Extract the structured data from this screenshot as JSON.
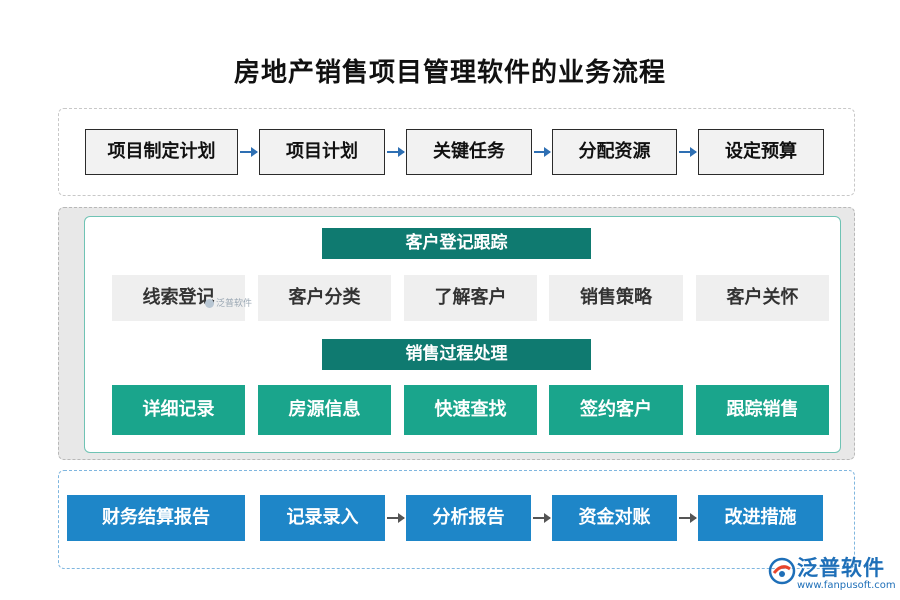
{
  "title": "房地产销售项目管理软件的业务流程",
  "planning_steps": [
    "项目制定计划",
    "项目计划",
    "关键任务",
    "分配资源",
    "设定预算"
  ],
  "customer_section": {
    "header": "客户登记跟踪",
    "items": [
      "线索登记",
      "客户分类",
      "了解客户",
      "销售策略",
      "客户关怀"
    ]
  },
  "sales_section": {
    "header": "销售过程处理",
    "items": [
      "详细记录",
      "房源信息",
      "快速查找",
      "签约客户",
      "跟踪销售"
    ]
  },
  "finance_steps": [
    "财务结算报告",
    "记录录入",
    "分析报告",
    "资金对账",
    "改进措施"
  ],
  "watermark_small": "泛普软件",
  "logo": {
    "name": "泛普软件",
    "url": "www.fanpusoft.com"
  },
  "colors": {
    "planning_box": "#f2f2f2",
    "header_bar": "#0f7a70",
    "sales_box": "#1aa58c",
    "finance_box": "#1e86c8",
    "arrow_blue": "#2e6fb3"
  }
}
